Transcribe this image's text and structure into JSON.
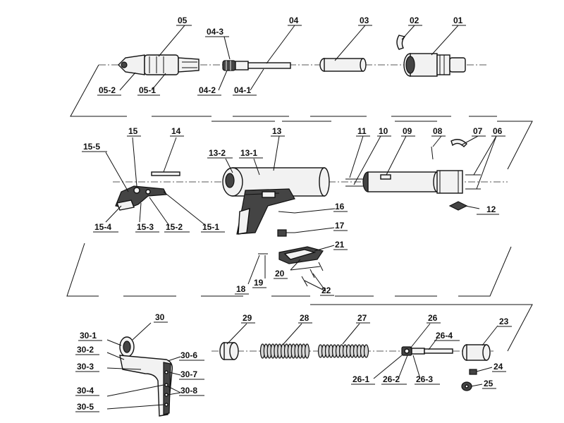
{
  "labels": {
    "l01": "01",
    "l02": "02",
    "l03": "03",
    "l04": "04",
    "l04_1": "04-1",
    "l04_2": "04-2",
    "l04_3": "04-3",
    "l05": "05",
    "l05_1": "05-1",
    "l05_2": "05-2",
    "l06": "06",
    "l07": "07",
    "l08": "08",
    "l09": "09",
    "l10": "10",
    "l11": "11",
    "l12": "12",
    "l13": "13",
    "l13_1": "13-1",
    "l13_2": "13-2",
    "l14": "14",
    "l15": "15",
    "l15_1": "15-1",
    "l15_2": "15-2",
    "l15_3": "15-3",
    "l15_4": "15-4",
    "l15_5": "15-5",
    "l16": "16",
    "l17": "17",
    "l18": "18",
    "l19": "19",
    "l20": "20",
    "l21": "21",
    "l22": "22",
    "l23": "23",
    "l24": "24",
    "l25": "25",
    "l26": "26",
    "l26_1": "26-1",
    "l26_2": "26-2",
    "l26_3": "26-3",
    "l26_4": "26-4",
    "l27": "27",
    "l28": "28",
    "l29": "29",
    "l30": "30",
    "l30_1": "30-1",
    "l30_2": "30-2",
    "l30_3": "30-3",
    "l30_4": "30-4",
    "l30_5": "30-5",
    "l30_6": "30-6",
    "l30_7": "30-7",
    "l30_8": "30-8"
  }
}
